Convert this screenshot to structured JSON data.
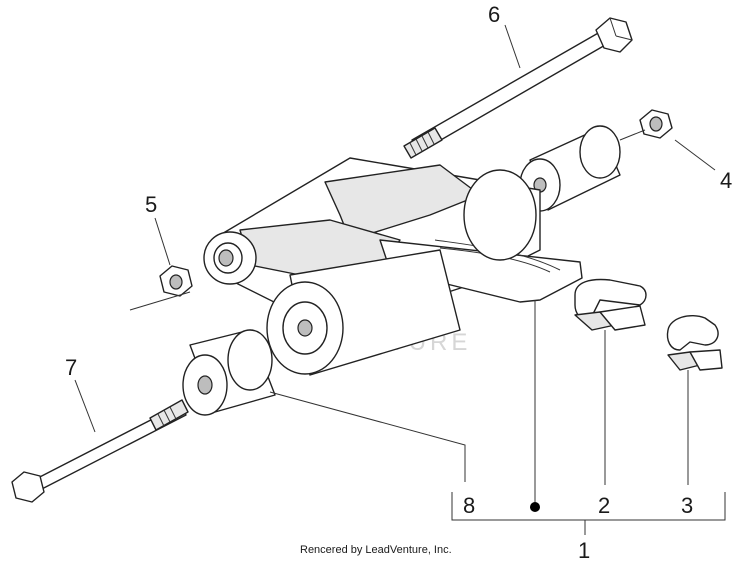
{
  "callouts": {
    "c1": "1",
    "c2": "2",
    "c3": "3",
    "c4": "4",
    "c5": "5",
    "c6": "6",
    "c7": "7",
    "c8": "8"
  },
  "watermark": "LEADVENTURE",
  "credit": "Rencered by LeadVenture, Inc."
}
